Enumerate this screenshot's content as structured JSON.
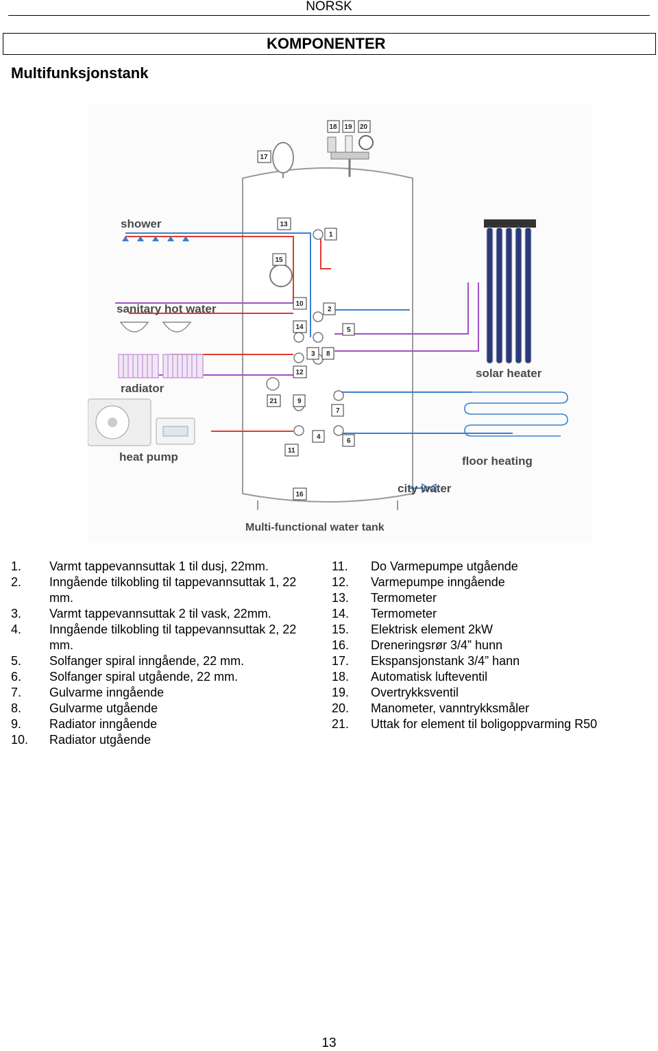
{
  "header": {
    "language": "NORSK"
  },
  "section": {
    "title": "KOMPONENTER"
  },
  "page": {
    "heading": "Multifunksjonstank",
    "number": "13"
  },
  "diagram": {
    "labels": {
      "shower": "shower",
      "sanitary": "sanitary hot water",
      "radiator": "radiator",
      "heat_pump": "heat pump",
      "solar": "solar heater",
      "floor": "floor heating",
      "city": "city water",
      "tank": "Multi-functional water tank"
    },
    "markers": [
      "1",
      "2",
      "3",
      "4",
      "5",
      "6",
      "7",
      "8",
      "9",
      "10",
      "11",
      "12",
      "13",
      "14",
      "15",
      "16",
      "17",
      "18",
      "19",
      "20",
      "21"
    ],
    "colors": {
      "hot": "#e03a2a",
      "cold": "#3a7fd0",
      "warm": "#a050c8",
      "tank_outline": "#9a9a9a"
    }
  },
  "components_left": [
    {
      "n": "1.",
      "text": "Varmt tappevannsuttak 1 til dusj, 22mm."
    },
    {
      "n": "2.",
      "text": "Inngående tilkobling til tappevannsuttak 1, 22 mm."
    },
    {
      "n": "3.",
      "text": "Varmt tappevannsuttak 2 til vask, 22mm."
    },
    {
      "n": "4.",
      "text": "Inngående tilkobling til tappevannsuttak 2, 22 mm."
    },
    {
      "n": "5.",
      "text": "Solfanger spiral inngående, 22 mm."
    },
    {
      "n": "6.",
      "text": "Solfanger spiral utgående, 22 mm."
    },
    {
      "n": "7.",
      "text": "Gulvarme inngående"
    },
    {
      "n": "8.",
      "text": "Gulvarme utgående"
    },
    {
      "n": "9.",
      "text": "Radiator inngående"
    },
    {
      "n": "10.",
      "text": "Radiator utgående"
    }
  ],
  "components_right": [
    {
      "n": "11.",
      "text": "Do Varmepumpe utgående"
    },
    {
      "n": "12.",
      "text": "Varmepumpe inngående"
    },
    {
      "n": "13.",
      "text": "Termometer"
    },
    {
      "n": "14.",
      "text": "Termometer"
    },
    {
      "n": "15.",
      "text": "Elektrisk element 2kW"
    },
    {
      "n": "16.",
      "text": "Dreneringsrør 3/4” hunn"
    },
    {
      "n": "17.",
      "text": "Ekspansjonstank 3/4” hann"
    },
    {
      "n": "18.",
      "text": "Automatisk lufteventil"
    },
    {
      "n": "19.",
      "text": "Overtrykksventil"
    },
    {
      "n": "20.",
      "text": "Manometer, vanntrykksmåler"
    },
    {
      "n": "21.",
      "text": "Uttak for element til boligoppvarming R50"
    }
  ]
}
